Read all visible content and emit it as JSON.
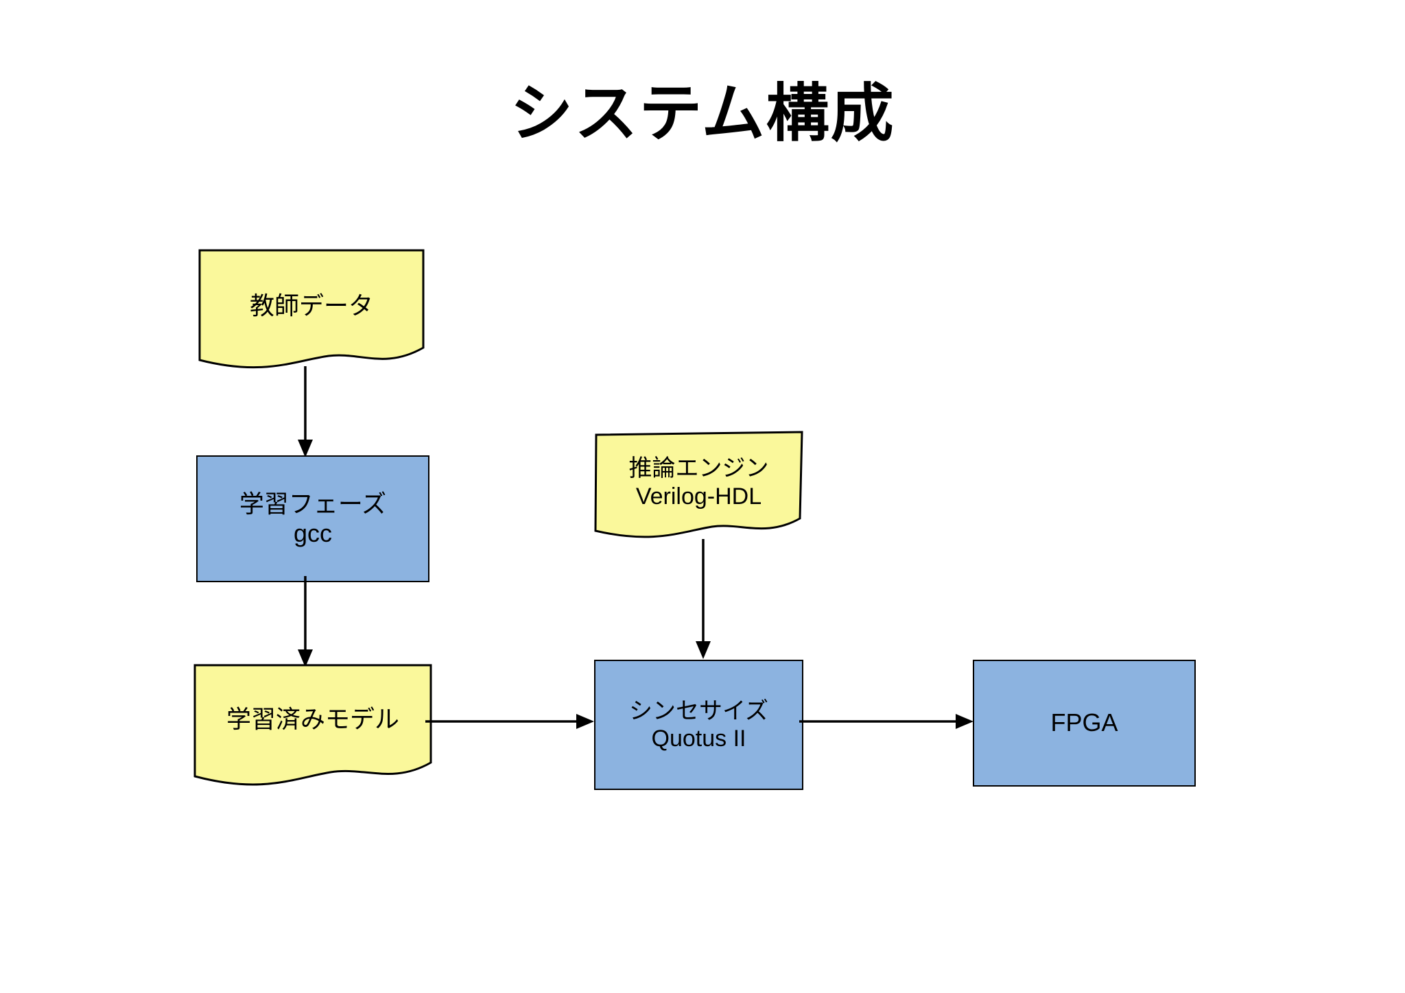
{
  "slide": {
    "title": "システム構成",
    "background_color": "#ffffff",
    "text_color": "#000000"
  },
  "palette": {
    "document_fill": "#faf89b",
    "process_fill": "#8cb3e0",
    "stroke": "#000000"
  },
  "nodes": {
    "training_data": {
      "shape": "document",
      "fill": "#faf89b",
      "line1": "教師データ",
      "line2": ""
    },
    "learning_phase": {
      "shape": "rectangle",
      "fill": "#8cb3e0",
      "line1": "学習フェーズ",
      "line2": "gcc"
    },
    "trained_model": {
      "shape": "document",
      "fill": "#faf89b",
      "line1": "学習済みモデル",
      "line2": ""
    },
    "inference_engine": {
      "shape": "document",
      "fill": "#faf89b",
      "line1": "推論エンジン",
      "line2": "Verilog-HDL"
    },
    "synthesize": {
      "shape": "rectangle",
      "fill": "#8cb3e0",
      "line1": "シンセサイズ",
      "line2": "Quotus II"
    },
    "fpga": {
      "shape": "rectangle",
      "fill": "#8cb3e0",
      "line1": "FPGA",
      "line2": ""
    }
  },
  "connectors": [
    {
      "name": "training-data-to-learning-phase",
      "direction": "down"
    },
    {
      "name": "learning-phase-to-trained-model",
      "direction": "down"
    },
    {
      "name": "inference-engine-to-synthesize",
      "direction": "down"
    },
    {
      "name": "trained-model-to-synthesize",
      "direction": "right"
    },
    {
      "name": "synthesize-to-fpga",
      "direction": "right"
    }
  ]
}
